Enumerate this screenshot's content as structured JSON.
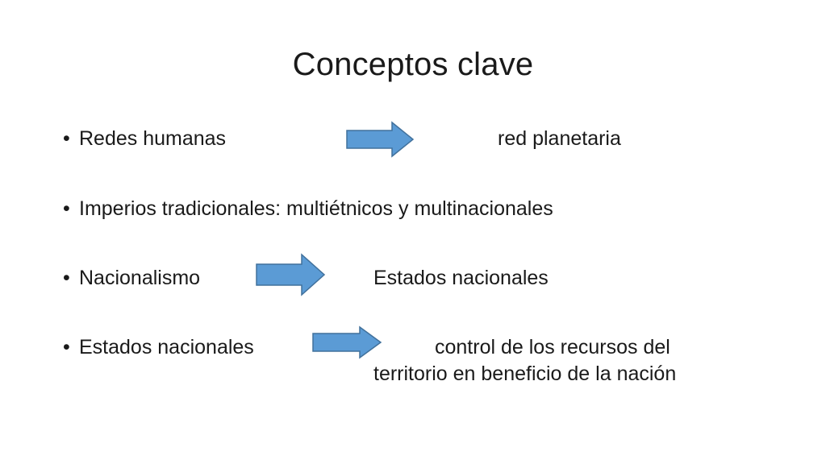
{
  "slide": {
    "title": "Conceptos clave",
    "bullet_symbol": "•",
    "items": [
      {
        "source": "Redes humanas",
        "target": "red planetaria"
      },
      {
        "source": "Imperios tradicionales: multiétnicos y multinacionales"
      },
      {
        "source": "Nacionalismo",
        "target": "Estados nacionales"
      },
      {
        "source": "Estados nacionales",
        "target_line1": "control de los recursos del",
        "target_line2": "territorio en beneficio de la nación"
      }
    ],
    "arrow_fill": "#5b9bd5",
    "arrow_stroke": "#41719c"
  }
}
